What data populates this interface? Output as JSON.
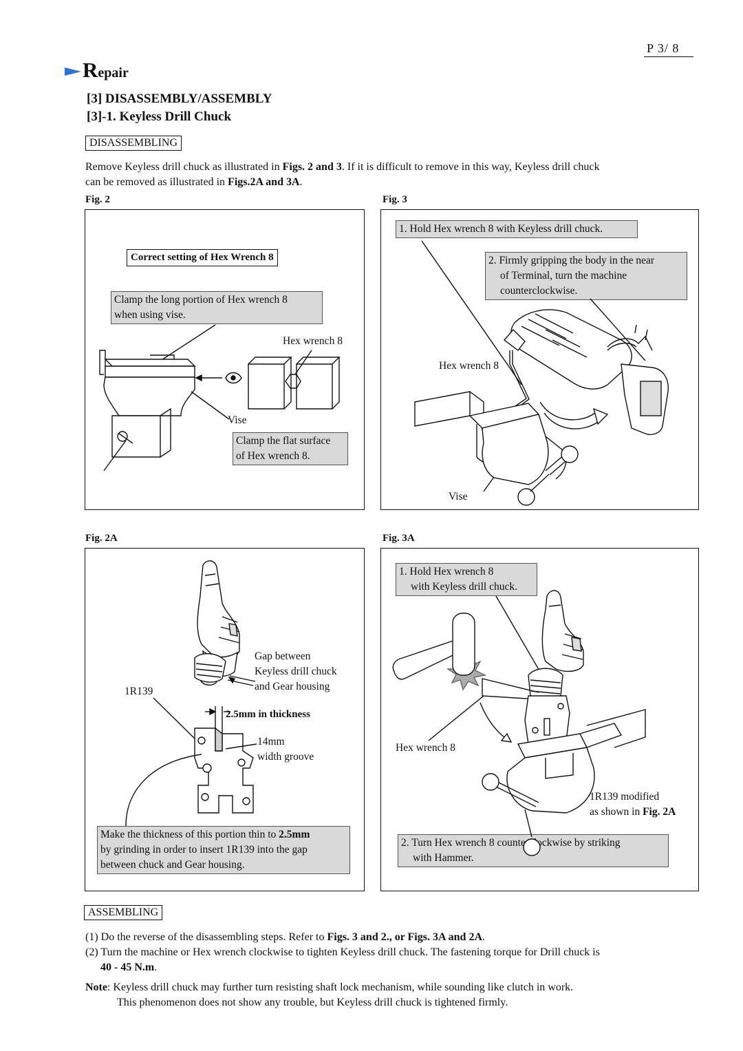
{
  "page": {
    "number": "P 3/ 8"
  },
  "section": {
    "repair_initial": "R",
    "repair_rest": "epair",
    "heading": "[3] DISASSEMBLY/ASSEMBLY",
    "subheading": "[3]-1. Keyless Drill Chuck"
  },
  "disassembling": {
    "tag": "DISASSEMBLING",
    "intro_1": "Remove Keyless drill chuck as illustrated in ",
    "intro_b1": "Figs. 2 and 3",
    "intro_2": ".  If it is difficult to remove in this way, Keyless drill chuck",
    "intro_3": "can be removed as illustrated in ",
    "intro_b2": "Figs.2A and 3A",
    "intro_4": "."
  },
  "fig2": {
    "label": "Fig. 2",
    "title_box": "Correct setting of Hex Wrench 8",
    "note1_l1": "Clamp the long portion of Hex wrench 8",
    "note1_l2": "when using vise.",
    "hex_label": "Hex wrench 8",
    "vise_label": "Vise",
    "note2_l1": "Clamp the flat surface",
    "note2_l2": "of Hex wrench 8."
  },
  "fig3": {
    "label": "Fig. 3",
    "step1": "1. Hold Hex wrench 8 with Keyless drill chuck.",
    "step2_l1": "2. Firmly gripping the body in the near",
    "step2_l2": "of Terminal, turn the machine",
    "step2_l3": "counterclockwise.",
    "hex_label": "Hex wrench 8",
    "vise_label": "Vise"
  },
  "fig2a": {
    "label": "Fig. 2A",
    "gap_l1": "Gap between",
    "gap_l2": "Keyless drill chuck",
    "gap_l3": "and Gear housing",
    "part_label": "1R139",
    "thickness": "2.5mm in thickness",
    "groove_l1": "14mm",
    "groove_l2": "width groove",
    "note_l1a": "Make the thickness of this portion thin to ",
    "note_l1b": "2.5mm",
    "note_l2": "by grinding in order to insert 1R139 into the gap",
    "note_l3": "between chuck and Gear housing."
  },
  "fig3a": {
    "label": "Fig. 3A",
    "step1_l1": "1. Hold Hex wrench 8",
    "step1_l2": "with Keyless drill chuck.",
    "hex_label": "Hex wrench 8",
    "mod_l1": "1R139 modified",
    "mod_l2a": "as shown in ",
    "mod_l2b": "Fig. 2A",
    "step2_l1": "2. Turn Hex wrench 8 counterclockwise by striking",
    "step2_l2": "with Hammer."
  },
  "assembling": {
    "tag": "ASSEMBLING",
    "item1_a": "(1) Do the reverse of the disassembling steps.  Refer to ",
    "item1_b": "Figs. 3 and 2., or Figs. 3A and 2A",
    "item1_c": ".",
    "item2_a": "(2) Turn the machine or Hex wrench clockwise to tighten Keyless drill chuck. The fastening torque for Drill chuck is",
    "item2_b": "40 - 45 N.m",
    "item2_c": "."
  },
  "note": {
    "label": "Note",
    "line1": ": Keyless drill chuck may further turn resisting shaft lock mechanism, while sounding like clutch in work.",
    "line2": "This phenomenon does not show any trouble, but Keyless drill chuck is tightened firmly."
  },
  "colors": {
    "note_fill": "#d9d9d9",
    "arrow_blue": "#2f6fd6"
  }
}
